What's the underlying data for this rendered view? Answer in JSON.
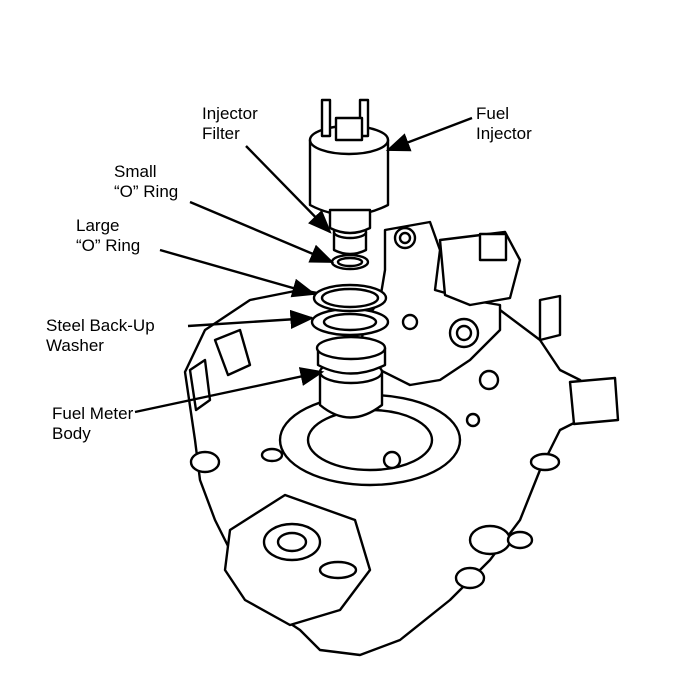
{
  "labels": {
    "injector_filter": [
      "Injector",
      "Filter"
    ],
    "fuel_injector": [
      "Fuel",
      "Injector"
    ],
    "small_o_ring": [
      "Small",
      "“O” Ring"
    ],
    "large_o_ring": [
      "Large",
      "“O” Ring"
    ],
    "steel_backup_washer": [
      "Steel Back-Up",
      "Washer"
    ],
    "fuel_meter_body": [
      "Fuel Meter",
      "Body"
    ]
  },
  "colors": {
    "ink": "#000000",
    "paper": "#ffffff"
  }
}
